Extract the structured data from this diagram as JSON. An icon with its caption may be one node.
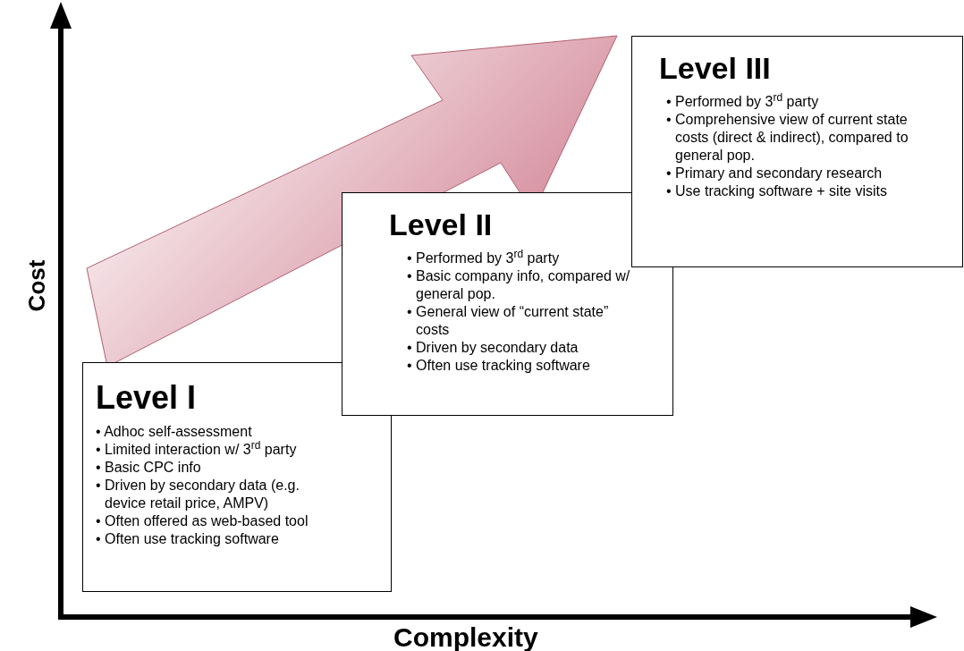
{
  "diagram": {
    "nodes": [
      {
        "text": [
          "Level I",
          "• Adhoc self-assessment",
          "• Limited interaction w/ 3$^{rd}$ party",
          "• Basic CPC info",
          "• Driven by secondary data (e.g. device retail price, AMPV)",
          "• Often offered as web-based tool",
          "• Often use tracking software"
        ]
      },
      {
        "text": [
          "Level II",
          "• Performed by 3$^{rd}$ party",
          "• Basic company info, compared w/ general pop.",
          "• General view of “current state” costs",
          "• Driven by secondary data",
          "• Often use tracking software"
        ]
      },
      {
        "text": [
          "Level III",
          "• Performed by 3$^{rd}$ party",
          "• Comprehensive view of current state costs (direct & indirect), compared to general pop.",
          "• Primary and secondary research",
          "• Use tracking software + site visits"
        ]
      }
    ],
    "labels": [
      "Cost",
      "Complexity"
    ]
  }
}
